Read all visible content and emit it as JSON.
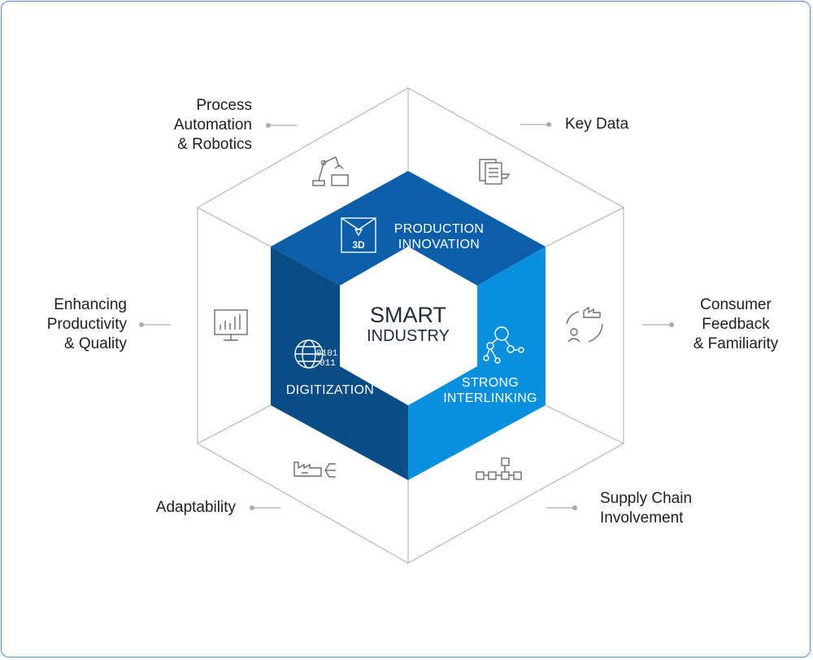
{
  "center": {
    "line1": "SMART",
    "line2": "INDUSTRY"
  },
  "segments": {
    "production_innovation": "PRODUCTION\nINNOVATION",
    "digitization": "DIGITIZATION",
    "strong_interlinking": "STRONG\nINTERLINKING"
  },
  "outer_labels": {
    "process_automation": "Process\nAutomation\n& Robotics",
    "key_data": "Key Data",
    "enhancing_productivity": "Enhancing\nProductivity\n& Quality",
    "consumer_feedback": "Consumer\nFeedback\n& Familiarity",
    "adaptability": "Adaptability",
    "supply_chain": "Supply Chain\nInvolvement"
  },
  "colors": {
    "production_innovation": "#0b5ea8",
    "digitization": "#0a4c86",
    "strong_interlinking": "#0890dc",
    "outline": "#bdbdbd",
    "connector": "#aaaaaa"
  },
  "icons": {
    "production_innovation": "3d-printer-icon",
    "digitization": "globe-binary-icon",
    "strong_interlinking": "network-nodes-icon",
    "process_automation": "robot-arm-icon",
    "key_data": "documents-icon",
    "enhancing_productivity": "monitor-chart-icon",
    "consumer_feedback": "factory-user-cycle-icon",
    "adaptability": "factory-arrows-icon",
    "supply_chain": "flowchart-icon"
  }
}
